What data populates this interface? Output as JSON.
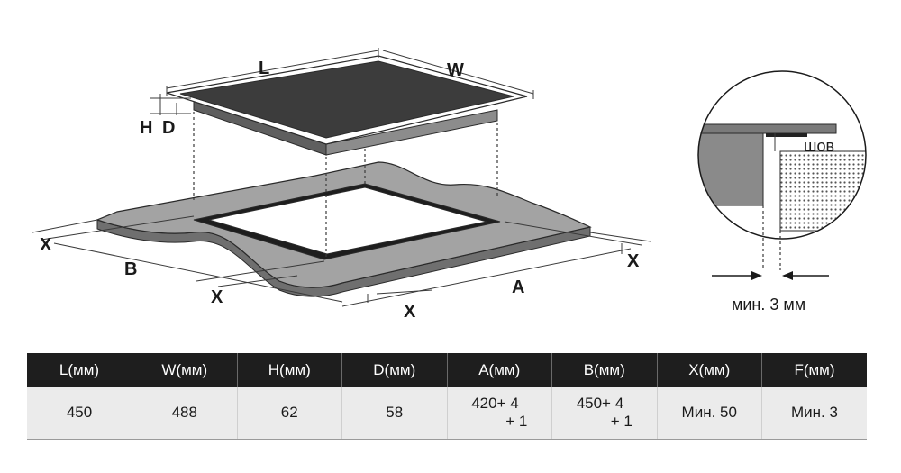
{
  "diagram": {
    "labels": {
      "L": "L",
      "W": "W",
      "H": "H",
      "D": "D",
      "B": "B",
      "A": "A",
      "X": "X"
    },
    "detail": {
      "seam_label": "шов",
      "gap_label": "мин. 3 мм"
    }
  },
  "table": {
    "headers": [
      "L(мм)",
      "W(мм)",
      "H(мм)",
      "D(мм)",
      "A(мм)",
      "B(мм)",
      "X(мм)",
      "F(мм)"
    ],
    "values": [
      "450",
      "488",
      "62",
      "58",
      "",
      "",
      "Мин. 50",
      "Мин. 3"
    ],
    "tolerances": [
      {
        "col": 4,
        "line1": "420+ 4",
        "line2": "+ 1"
      },
      {
        "col": 5,
        "line1": "450+ 4",
        "line2": "+ 1"
      }
    ]
  }
}
